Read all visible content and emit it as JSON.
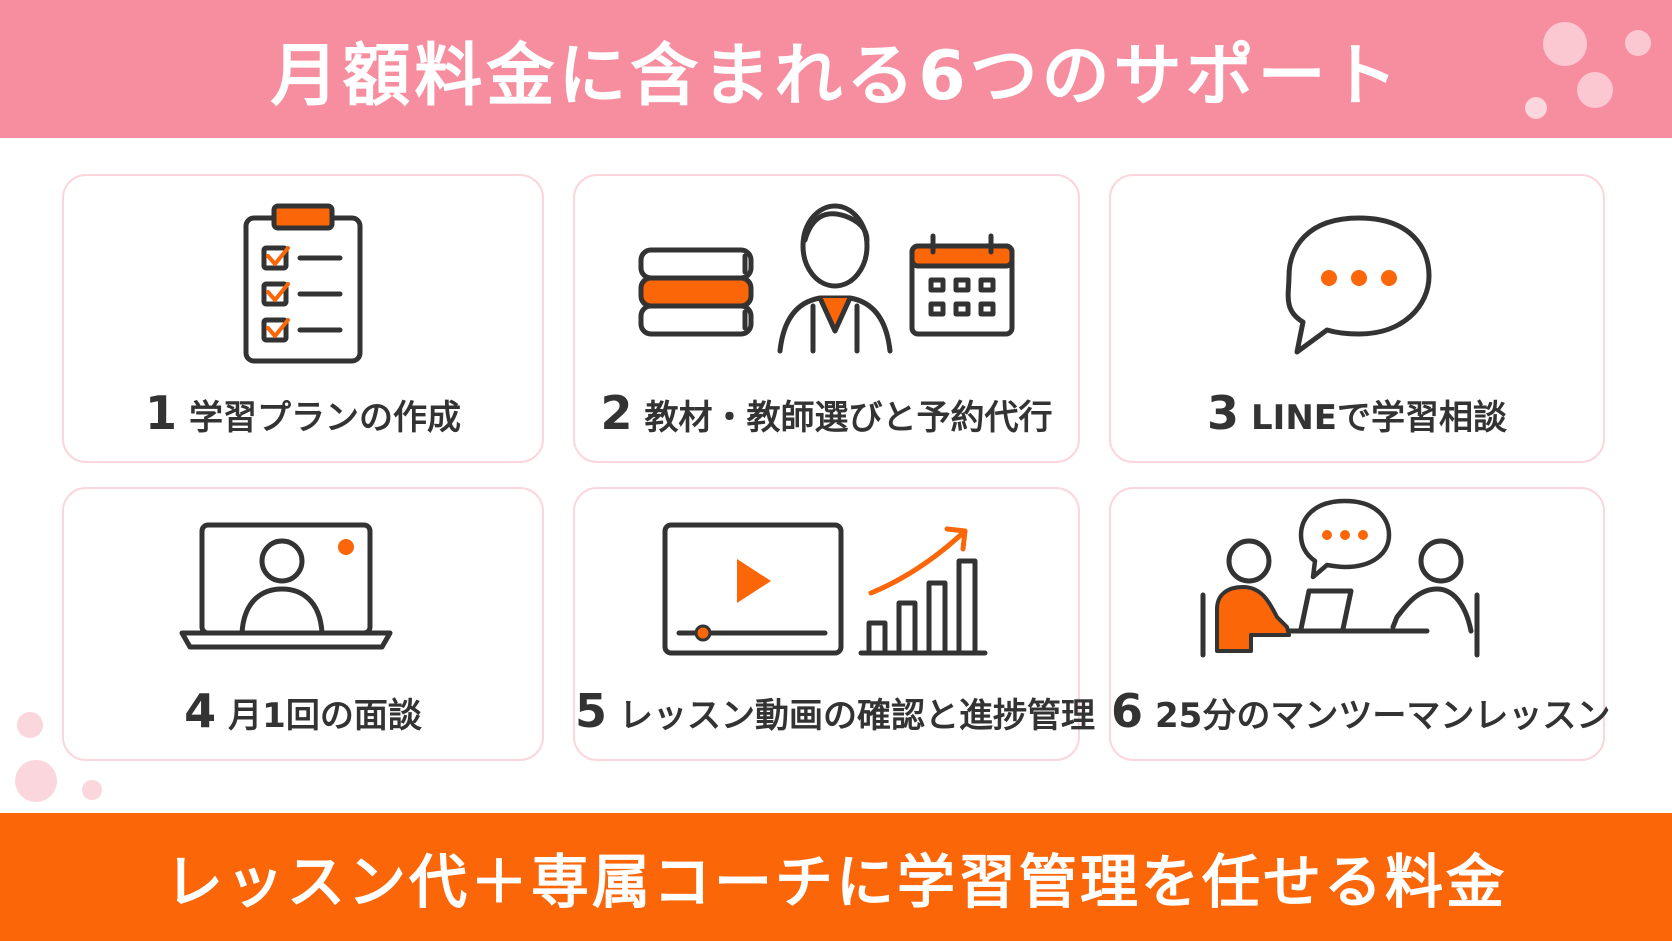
{
  "header": {
    "title": "月額料金に含まれる6つのサポート"
  },
  "colors": {
    "pink": "#f78ea0",
    "orange": "#fa6608",
    "card_border": "#fbd6dc",
    "ink": "#333333"
  },
  "cards": [
    {
      "number": "1",
      "label": "学習プランの作成",
      "icon": "clipboard-checklist-icon"
    },
    {
      "number": "2",
      "label": "教材・教師選びと予約代行",
      "icon": "books-teacher-calendar-icon"
    },
    {
      "number": "3",
      "label": "LINEで学習相談",
      "icon": "speech-bubble-icon"
    },
    {
      "number": "4",
      "label": "月1回の面談",
      "icon": "video-call-laptop-icon"
    },
    {
      "number": "5",
      "label": "レッスン動画の確認と進捗管理",
      "icon": "video-progress-chart-icon"
    },
    {
      "number": "6",
      "label": "25分のマンツーマンレッスン",
      "icon": "one-on-one-lesson-icon"
    }
  ],
  "footer": {
    "text": "レッスン代＋専属コーチに学習管理を任せる料金"
  }
}
